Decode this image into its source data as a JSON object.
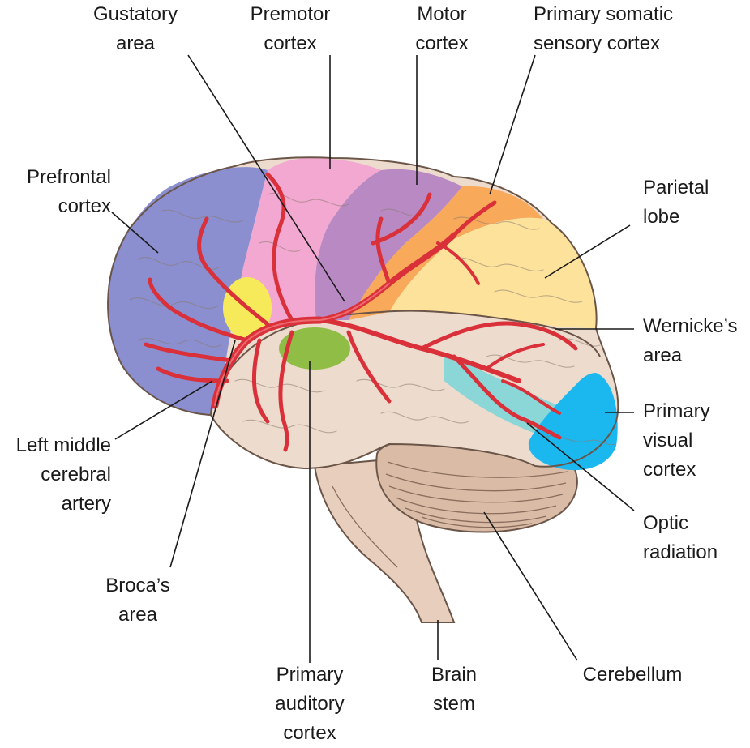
{
  "labels": {
    "gustatory_area": [
      "Gustatory",
      "area"
    ],
    "premotor_cortex": [
      "Premotor",
      "cortex"
    ],
    "motor_cortex": [
      "Motor",
      "cortex"
    ],
    "primary_somatic_sensory_cortex": [
      "Primary somatic",
      "sensory cortex"
    ],
    "prefrontal_cortex": [
      "Prefrontal",
      "cortex"
    ],
    "parietal_lobe": [
      "Parietal",
      "lobe"
    ],
    "wernickes_area": [
      "Wernicke’s",
      "area"
    ],
    "primary_visual_cortex": [
      "Primary",
      "visual",
      "cortex"
    ],
    "left_middle_cerebral_artery": [
      "Left middle",
      "cerebral",
      "artery"
    ],
    "optic_radiation": [
      "Optic",
      "radiation"
    ],
    "brocas_area": [
      "Broca’s",
      "area"
    ],
    "primary_auditory_cortex": [
      "Primary",
      "auditory",
      "cortex"
    ],
    "brain_stem": [
      "Brain",
      "stem"
    ],
    "cerebellum": [
      "Cerebellum"
    ]
  },
  "colors": {
    "prefrontal": "#8b8fd0",
    "premotor": "#f3a8d2",
    "motor": "#b989c4",
    "somatic_sensory": "#f8a95a",
    "parietal": "#fde29b",
    "temporal": "#eddccd",
    "wernicke": "#e8d7c8",
    "visual": "#1bb8f0",
    "optic_radiation": "#7fd6d8",
    "brocas": "#f7ea5a",
    "auditory": "#8fbd45",
    "cerebellum": "#d9bba6",
    "brain_stem": "#e8cfbd",
    "artery": "#d9303a"
  }
}
